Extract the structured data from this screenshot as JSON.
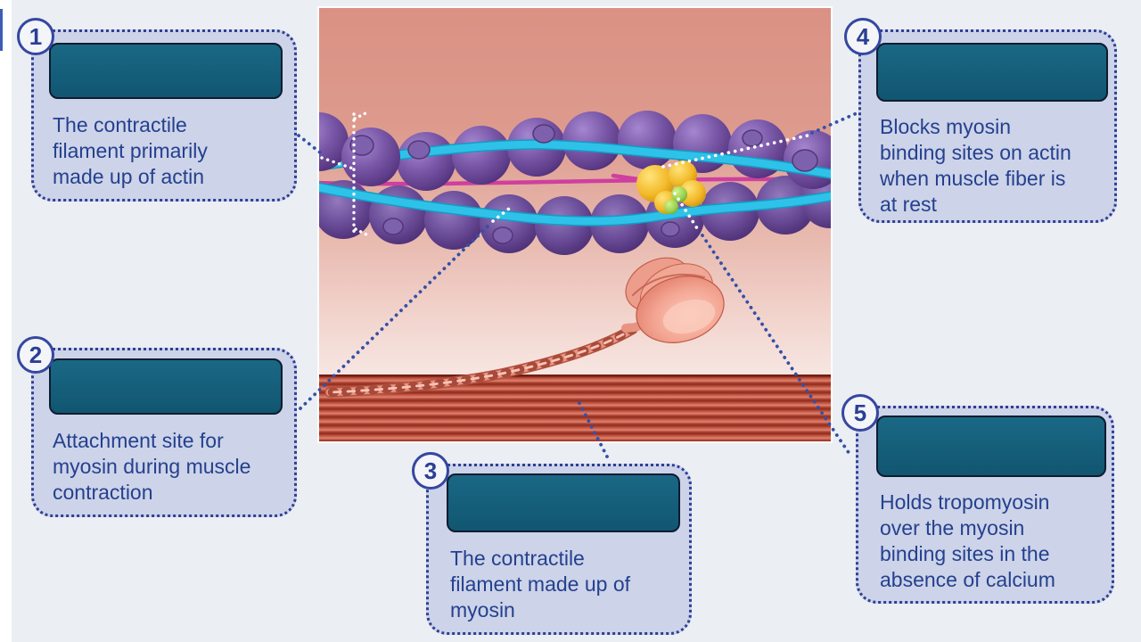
{
  "callouts": [
    {
      "number": "1",
      "answer": "",
      "description": "The contractile\nfilament primarily\nmade up of actin"
    },
    {
      "number": "2",
      "answer": "",
      "description": "Attachment site for\nmyosin during muscle\ncontraction"
    },
    {
      "number": "3",
      "answer": "",
      "description": "The contractile\nfilament made up of\nmyosin"
    },
    {
      "number": "4",
      "answer": "",
      "description": "Blocks myosin\nbinding sites on actin\nwhen muscle fiber is\nat rest"
    },
    {
      "number": "5",
      "answer": "",
      "description": "Holds tropomyosin\nover the myosin\nbinding sites in the\nabsence of calcium"
    }
  ],
  "colors": {
    "page_background": "#ebeef2",
    "callout_fill": "#cdd3e8",
    "callout_border": "#2e3f97",
    "number_circle_border": "#3547a0",
    "answer_box_fill": "#16607f",
    "answer_box_border": "#0e1c30",
    "description_text": "#24418f",
    "leader_blue": "#3350a8",
    "leader_white": "#ffffff",
    "actin_purple": "#5d3f8e",
    "tropomyosin_cyan": "#2ec2e8",
    "troponin_yellow": "#f2b928",
    "troponin_green": "#96cf4a",
    "myosin_head_pink": "#f4a795",
    "myosin_filament_red": "#c2543f",
    "illustration_bg_top": "#da9184",
    "illustration_bg_bottom": "#f3d7d1"
  }
}
